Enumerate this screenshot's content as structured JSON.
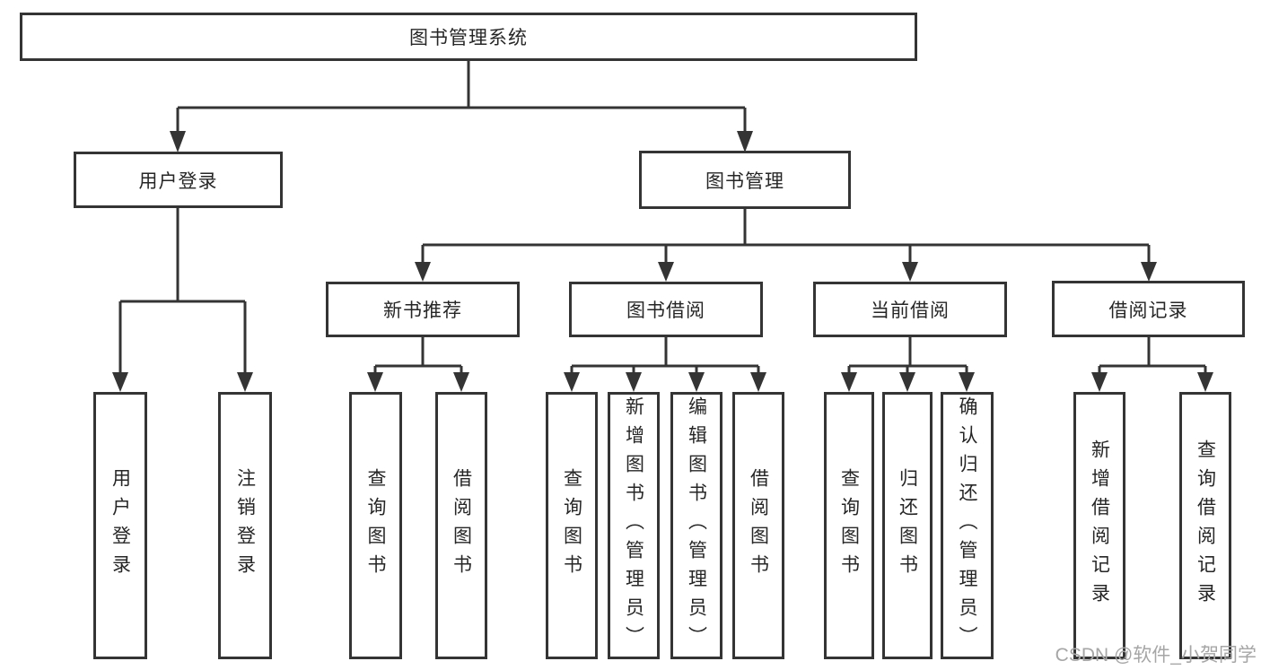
{
  "page": {
    "background": "#ffffff"
  },
  "colors": {
    "line": "#343434",
    "box_border": "#343434",
    "text": "#262626",
    "watermark": "#a6a6a6"
  },
  "watermark": {
    "text": "CSDN @软件_小贺同学"
  },
  "tree": {
    "label": "图书管理系统",
    "children": [
      {
        "label": "用户登录",
        "children": [
          {
            "label": "用户登录"
          },
          {
            "label": "注销登录"
          }
        ]
      },
      {
        "label": "图书管理",
        "children": [
          {
            "label": "新书推荐",
            "children": [
              {
                "label": "查询图书"
              },
              {
                "label": "借阅图书"
              }
            ]
          },
          {
            "label": "图书借阅",
            "children": [
              {
                "label": "查询图书"
              },
              {
                "label": "新增图书（管理员）"
              },
              {
                "label": "编辑图书（管理员）"
              },
              {
                "label": "借阅图书"
              }
            ]
          },
          {
            "label": "当前借阅",
            "children": [
              {
                "label": "查询图书"
              },
              {
                "label": "归还图书"
              },
              {
                "label": "确认归还（管理员）"
              }
            ]
          },
          {
            "label": "借阅记录",
            "children": [
              {
                "label": "新增借阅记录"
              },
              {
                "label": "查询借阅记录"
              }
            ]
          }
        ]
      }
    ]
  }
}
